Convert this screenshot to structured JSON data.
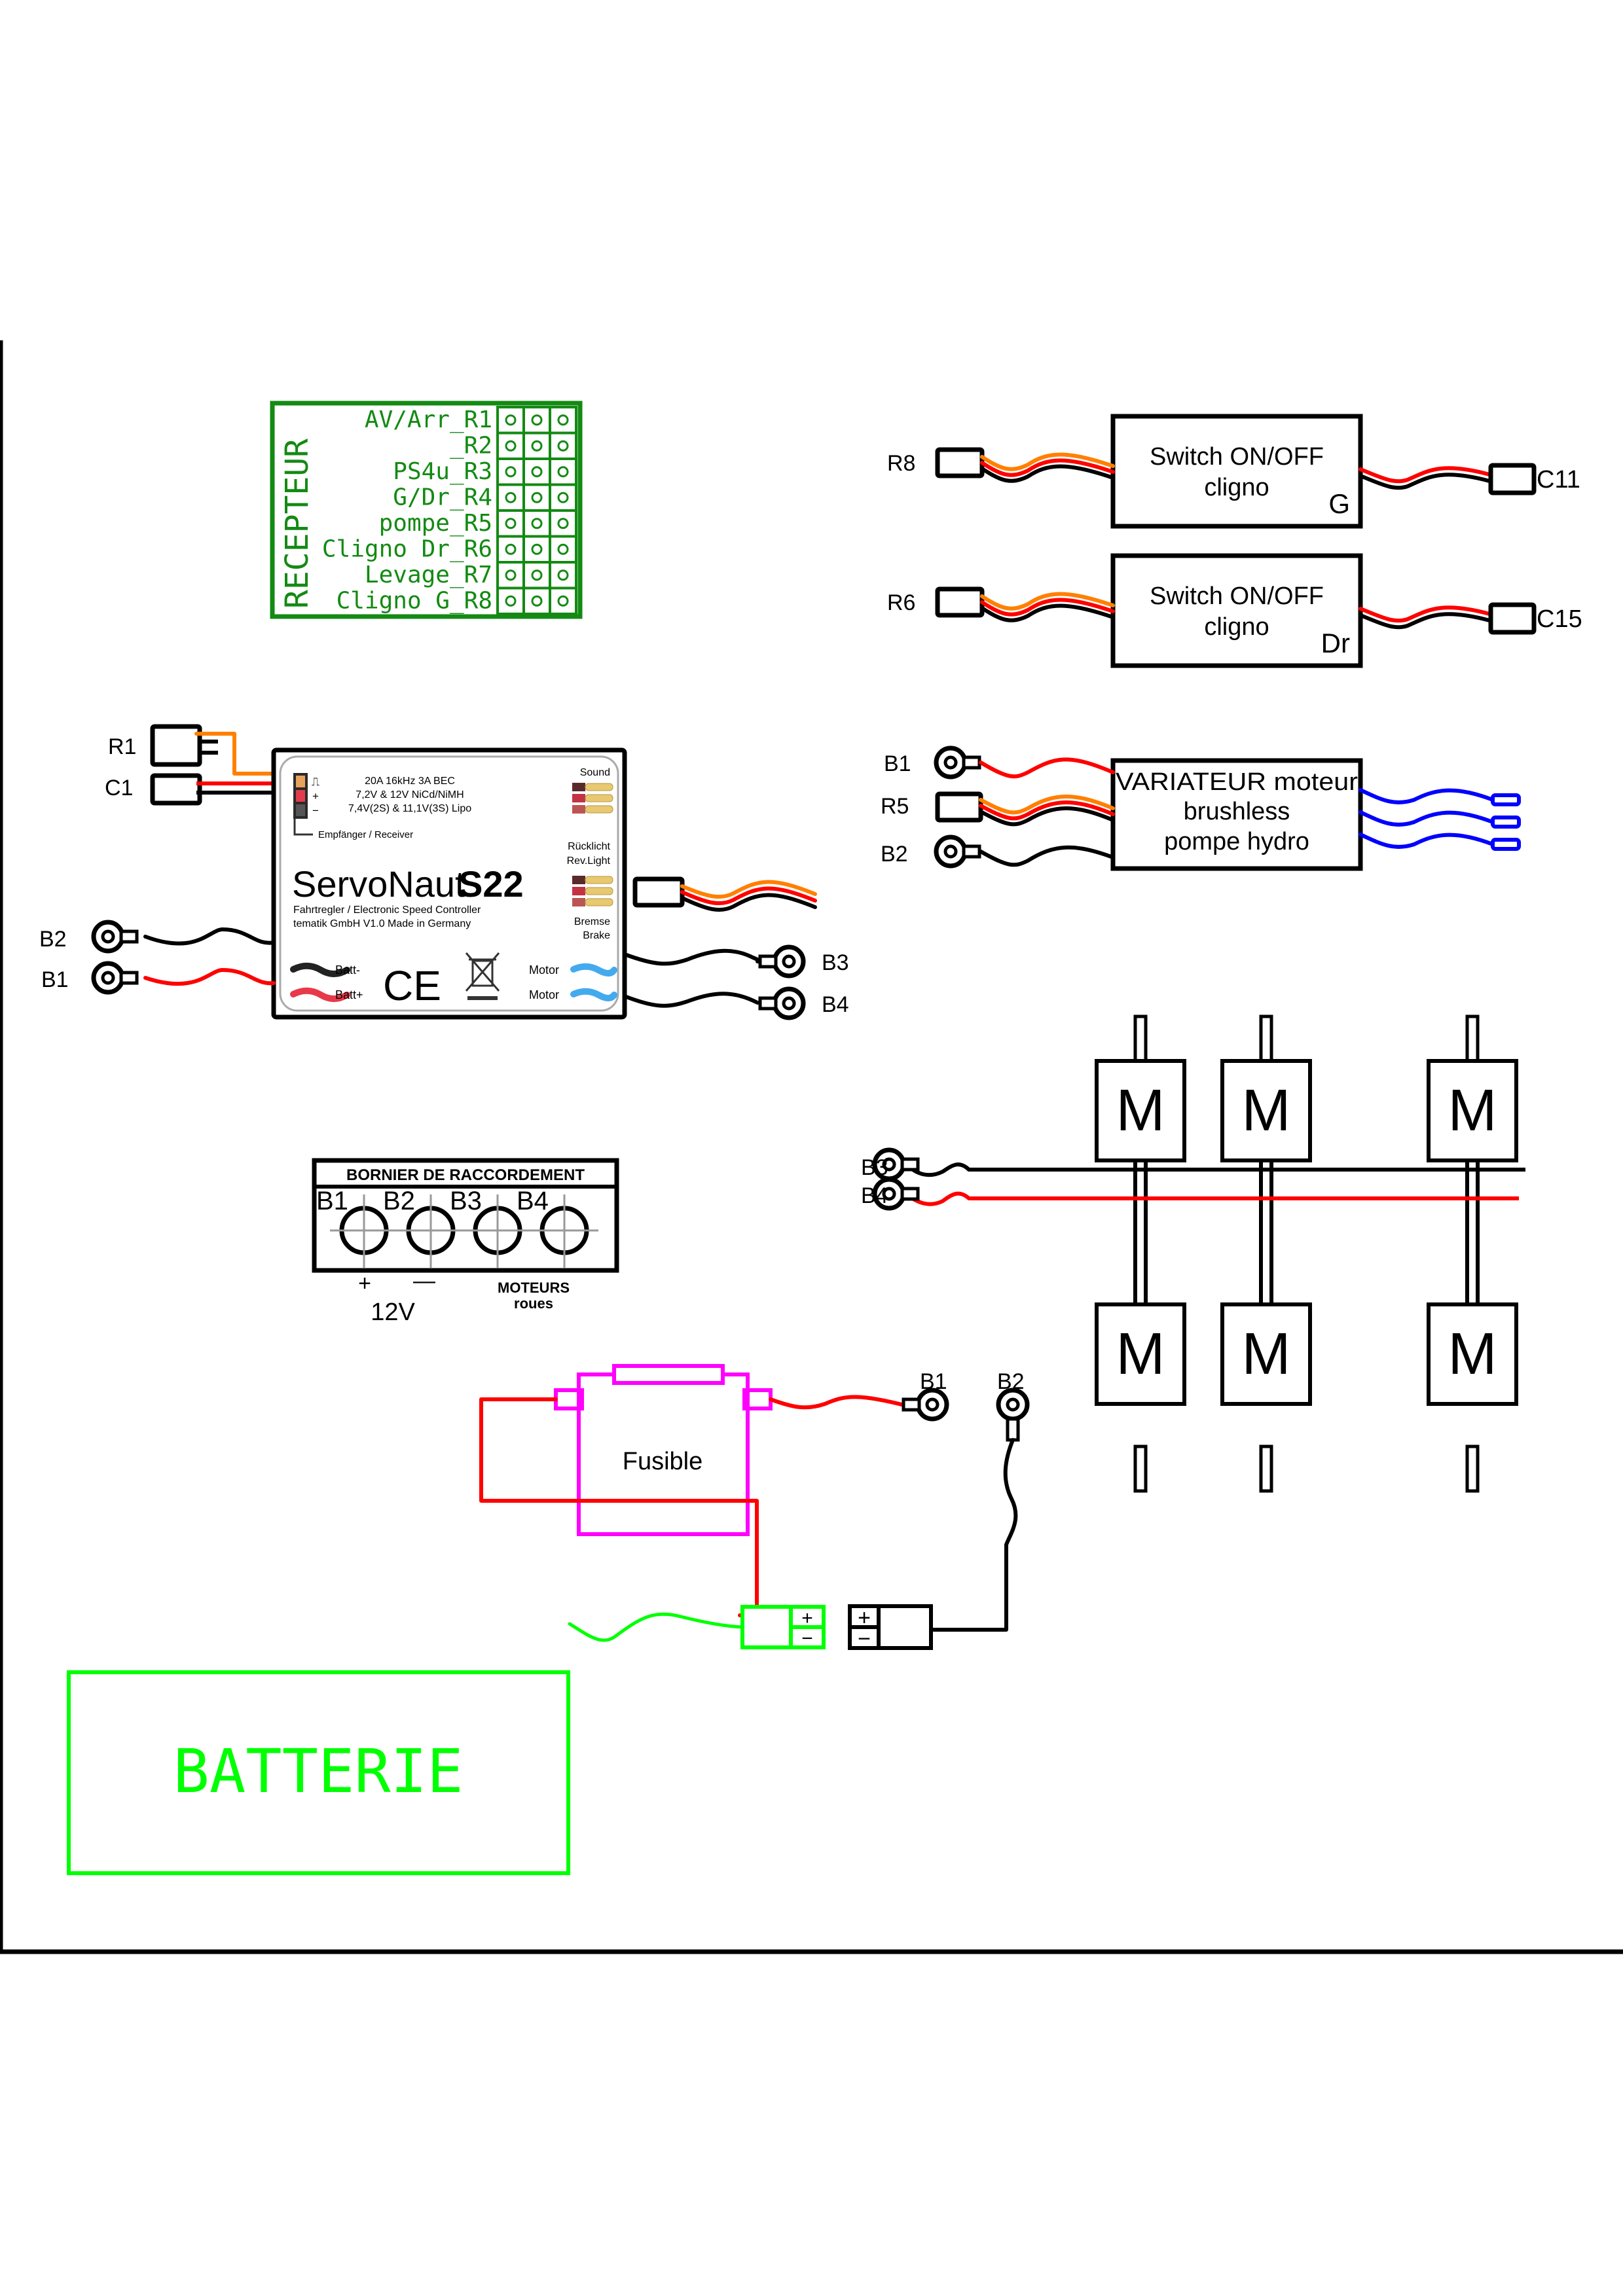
{
  "colors": {
    "black": "#000000",
    "red": "#ff0000",
    "orange": "#ff8000",
    "green_receiver": "#138a13",
    "green_battery": "#00ff00",
    "magenta_fuse": "#ff00ff",
    "blue_motor": "#0000ff",
    "esc_blue": "#2b3f8c",
    "esc_red": "#e8394a",
    "esc_gray": "#666666",
    "grey_cross": "#999999"
  },
  "receiver": {
    "title": "RECEPTEUR",
    "channels": [
      "AV/Arr_R1",
      "_R2",
      "PS4u_R3",
      "G/Dr_R4",
      "pompe_R5",
      "Cligno Dr_R6",
      "Levage_R7",
      "Cligno G_R8"
    ]
  },
  "esc": {
    "spec_line1": "20A   16kHz   3A BEC",
    "spec_line2": "7,2V & 12V  NiCd/NiMH",
    "spec_line3": "7,4V(2S) & 11,1V(3S) Lipo",
    "receiver_label": "Empfänger / Receiver",
    "brand": "ServoNaut",
    "model": "S22",
    "subtitle1": "Fahrtregler / Electronic Speed Controller",
    "subtitle2": "tematik GmbH   V1.0   Made in Germany",
    "sound_label": "Sound",
    "rev_light_label1": "Rücklicht",
    "rev_light_label2": "Rev.Light",
    "brake_label1": "Bremse",
    "brake_label2": "Brake",
    "batt_minus": "Batt-",
    "batt_plus": "Batt+",
    "motor_label": "Motor",
    "ce_mark": "CE",
    "pin_signal": "⎍",
    "pin_plus": "+",
    "pin_minus": "−"
  },
  "esc_connectors": {
    "r1": "R1",
    "c1": "C1",
    "b2": "B2",
    "b1": "B1",
    "b3": "B3",
    "b4": "B4"
  },
  "switches": [
    {
      "input": "R8",
      "line1": "Switch  ON/OFF",
      "line2": "cligno",
      "side": "G",
      "output": "C11"
    },
    {
      "input": "R6",
      "line1": "Switch  ON/OFF",
      "line2": "cligno",
      "side": "Dr",
      "output": "C15"
    }
  ],
  "variator": {
    "line1": "VARIATEUR  moteur",
    "line2": "brushless",
    "line3": "pompe  hydro",
    "inputs": [
      "B1",
      "R5",
      "B2"
    ]
  },
  "terminal_block": {
    "title": "BORNIER  DE  RACCORDEMENT",
    "terminals": [
      "B1",
      "B2",
      "B3",
      "B4"
    ],
    "plus": "+",
    "minus": "—",
    "voltage": "12V",
    "motors_label1": "MOTEURS",
    "motors_label2": "roues"
  },
  "motors": {
    "symbol": "M",
    "count": 6,
    "inputs": [
      "B3",
      "B4"
    ]
  },
  "power": {
    "fuse_label": "Fusible",
    "b1": "B1",
    "b2": "B2",
    "battery_label": "BATTERIE",
    "plus": "+",
    "minus": "−"
  }
}
